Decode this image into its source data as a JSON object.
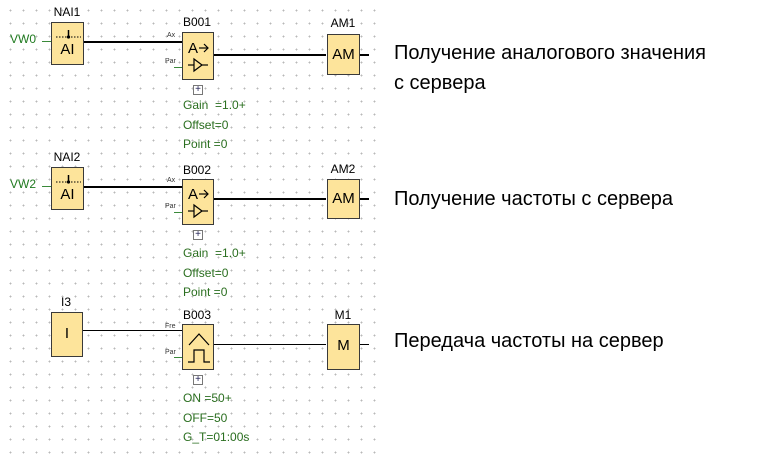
{
  "rows": [
    {
      "input_label": "VW0",
      "source_block": {
        "name": "NAI1",
        "label": "AI"
      },
      "func_block": {
        "name": "B001",
        "pin1": "Ax",
        "pin2": "Par",
        "icon": "analog-amplifier-icon"
      },
      "output_block": {
        "name": "AM1",
        "label": "AM"
      },
      "params": [
        "Gain  =1.0+",
        "Offset=0",
        "Point =0"
      ],
      "description": [
        "Получение аналогового значения",
        "с сервера"
      ]
    },
    {
      "input_label": "VW2",
      "source_block": {
        "name": "NAI2",
        "label": "AI"
      },
      "func_block": {
        "name": "B002",
        "pin1": "Ax",
        "pin2": "Par",
        "icon": "analog-amplifier-icon"
      },
      "output_block": {
        "name": "AM2",
        "label": "AM"
      },
      "params": [
        "Gain  =1.0+",
        "Offset=0",
        "Point =0"
      ],
      "description": [
        "Получение частоты с сервера"
      ]
    },
    {
      "input_label": "",
      "source_block": {
        "name": "I3",
        "label": "I"
      },
      "func_block": {
        "name": "B003",
        "pin1": "Fre",
        "pin2": "Par",
        "icon": "frequency-trigger-icon"
      },
      "output_block": {
        "name": "M1",
        "label": "M"
      },
      "params": [
        "ON =50+",
        "OFF=50",
        "G_T=01:00s"
      ],
      "description": [
        "Передача частоты на сервер"
      ]
    }
  ],
  "expand_symbol": "+"
}
